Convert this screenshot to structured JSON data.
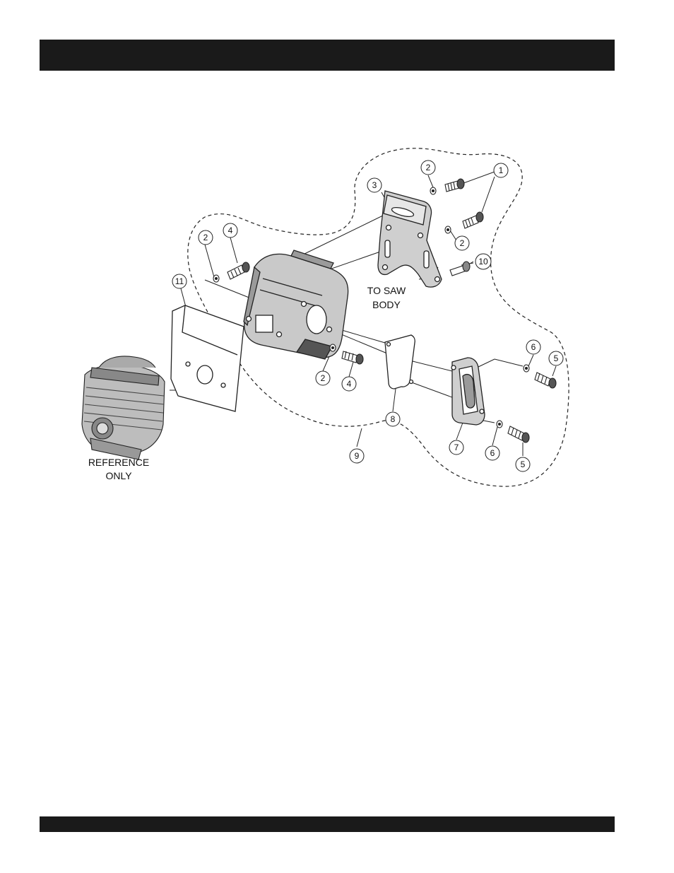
{
  "callouts": {
    "c1": "1",
    "c2a": "2",
    "c2b": "2",
    "c2c": "2",
    "c2d": "2",
    "c3": "3",
    "c4a": "4",
    "c4b": "4",
    "c5a": "5",
    "c5b": "5",
    "c6a": "6",
    "c6b": "6",
    "c7": "7",
    "c8": "8",
    "c9": "9",
    "c10": "10",
    "c11": "11"
  },
  "notes": {
    "saw_body_line1": "TO SAW",
    "saw_body_line2": "BODY",
    "reference_line1": "REFERENCE",
    "reference_line2": "ONLY"
  }
}
